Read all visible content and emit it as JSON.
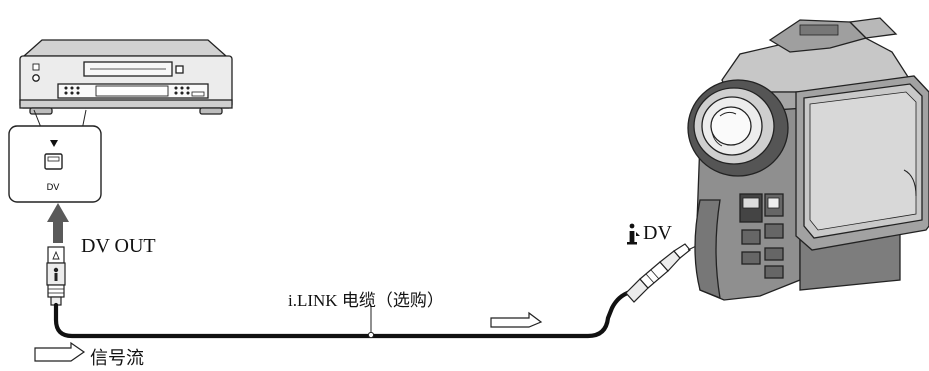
{
  "vcr": {
    "port_label": "DV",
    "output_label": "DV OUT"
  },
  "camcorder": {
    "port_label": "DV",
    "port_icon": "ilink-icon"
  },
  "cable": {
    "label": "i.LINK 电缆（选购）"
  },
  "legend": {
    "flow_label": "信号流",
    "flow_icon": "signal-flow-arrow-icon"
  }
}
